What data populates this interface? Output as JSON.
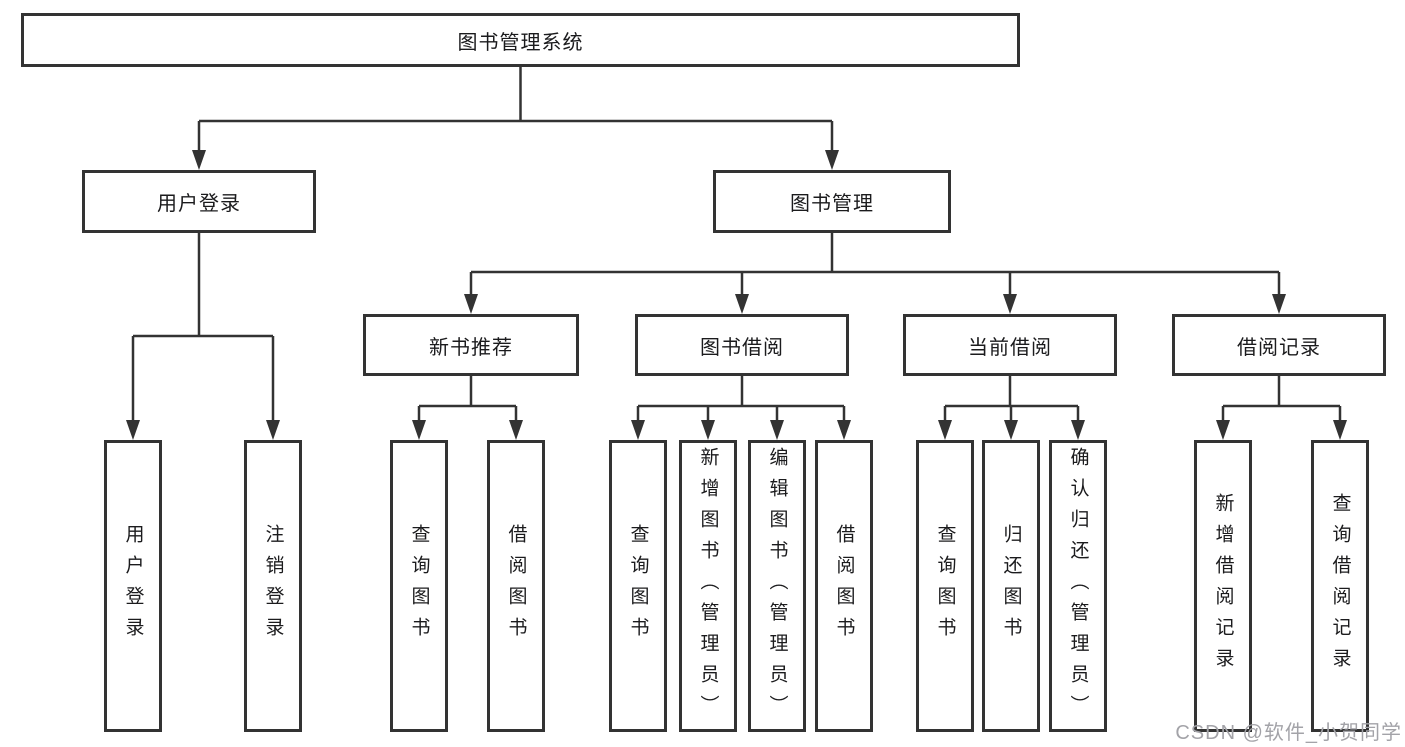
{
  "diagram": {
    "root": "图书管理系统",
    "user_login": {
      "label": "用户登录",
      "children": [
        "用户登录",
        "注销登录"
      ]
    },
    "book_mgmt": {
      "label": "图书管理",
      "groups": [
        {
          "label": "新书推荐",
          "children": [
            "查询图书",
            "借阅图书"
          ]
        },
        {
          "label": "图书借阅",
          "children": [
            "查询图书",
            "新增图书（管理员）",
            "编辑图书（管理员）",
            "借阅图书"
          ]
        },
        {
          "label": "当前借阅",
          "children": [
            "查询图书",
            "归还图书",
            "确认归还（管理员）"
          ]
        },
        {
          "label": "借阅记录",
          "children": [
            "新增借阅记录",
            "查询借阅记录"
          ]
        }
      ]
    }
  },
  "watermark": "CSDN @软件_小贺同学",
  "colors": {
    "line": "#333333",
    "box_border": "#333333",
    "text": "#1b1b1d",
    "watermark": "#a3a3a8"
  }
}
